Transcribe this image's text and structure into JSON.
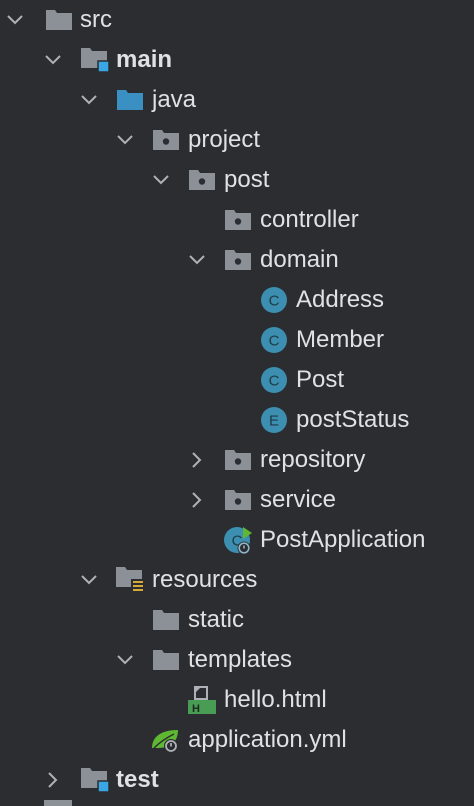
{
  "project_tree": {
    "items": [
      {
        "label": "src",
        "icon": "folder-icon",
        "expanded": true
      },
      {
        "label": "main",
        "icon": "source-root-folder-icon",
        "expanded": true,
        "bold": true
      },
      {
        "label": "java",
        "icon": "source-folder-icon",
        "expanded": true
      },
      {
        "label": "project",
        "icon": "package-icon",
        "expanded": true
      },
      {
        "label": "post",
        "icon": "package-icon",
        "expanded": true
      },
      {
        "label": "controller",
        "icon": "package-icon"
      },
      {
        "label": "domain",
        "icon": "package-icon",
        "expanded": true
      },
      {
        "label": "Address",
        "icon": "class-icon",
        "badge": "C"
      },
      {
        "label": "Member",
        "icon": "class-icon",
        "badge": "C"
      },
      {
        "label": "Post",
        "icon": "class-icon",
        "badge": "C"
      },
      {
        "label": "postStatus",
        "icon": "enum-icon",
        "badge": "E"
      },
      {
        "label": "repository",
        "icon": "package-icon",
        "expanded": false
      },
      {
        "label": "service",
        "icon": "package-icon",
        "expanded": false
      },
      {
        "label": "PostApplication",
        "icon": "spring-boot-class-icon",
        "badge": "C"
      },
      {
        "label": "resources",
        "icon": "resources-folder-icon",
        "expanded": true
      },
      {
        "label": "static",
        "icon": "folder-icon"
      },
      {
        "label": "templates",
        "icon": "folder-icon",
        "expanded": true
      },
      {
        "label": "hello.html",
        "icon": "html-file-icon",
        "badge": "H"
      },
      {
        "label": "application.yml",
        "icon": "spring-yml-file-icon"
      },
      {
        "label": "test",
        "icon": "test-root-folder-icon",
        "expanded": false,
        "bold": true
      }
    ]
  },
  "colors": {
    "background": "#2b2d30",
    "text": "#dfe1e5",
    "folder": "#8c9198",
    "source_blue": "#3a8fc3",
    "class_circle": "#3c8fb0",
    "spring_green": "#5fb832",
    "html_green": "#499c54",
    "resources_yellow": "#d7a935"
  }
}
